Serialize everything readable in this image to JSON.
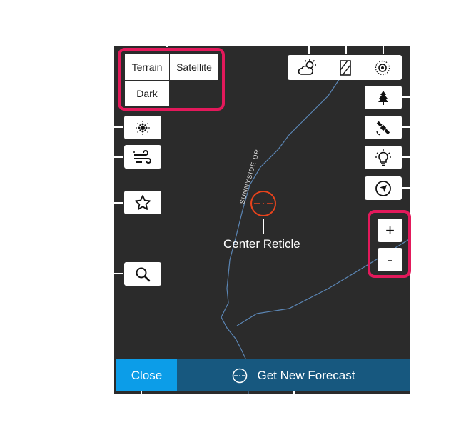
{
  "layer_switcher": {
    "terrain_label": "Terrain",
    "satellite_label": "Satellite",
    "dark_label": "Dark"
  },
  "map": {
    "road_label": "SUNNYSIDE DR",
    "reticle_caption": "Center Reticle"
  },
  "zoom": {
    "in_label": "+",
    "out_label": "-"
  },
  "bottom_bar": {
    "close_label": "Close",
    "forecast_label": "Get New Forecast"
  },
  "icons": {
    "left": [
      "radar-icon",
      "wind-icon",
      "star-icon",
      "search-icon"
    ],
    "top_right": [
      "partly-cloudy-icon",
      "overlay-icon",
      "sun-icon"
    ],
    "right": [
      "tree-icon",
      "satellite-icon",
      "lightbulb-icon",
      "locate-icon"
    ]
  },
  "colors": {
    "map_background": "#2b2b2b",
    "river": "#5b86b5",
    "reticle": "#e8431c",
    "highlight": "#e3195b",
    "close_button": "#0c9de8",
    "forecast_button": "#17587f"
  }
}
